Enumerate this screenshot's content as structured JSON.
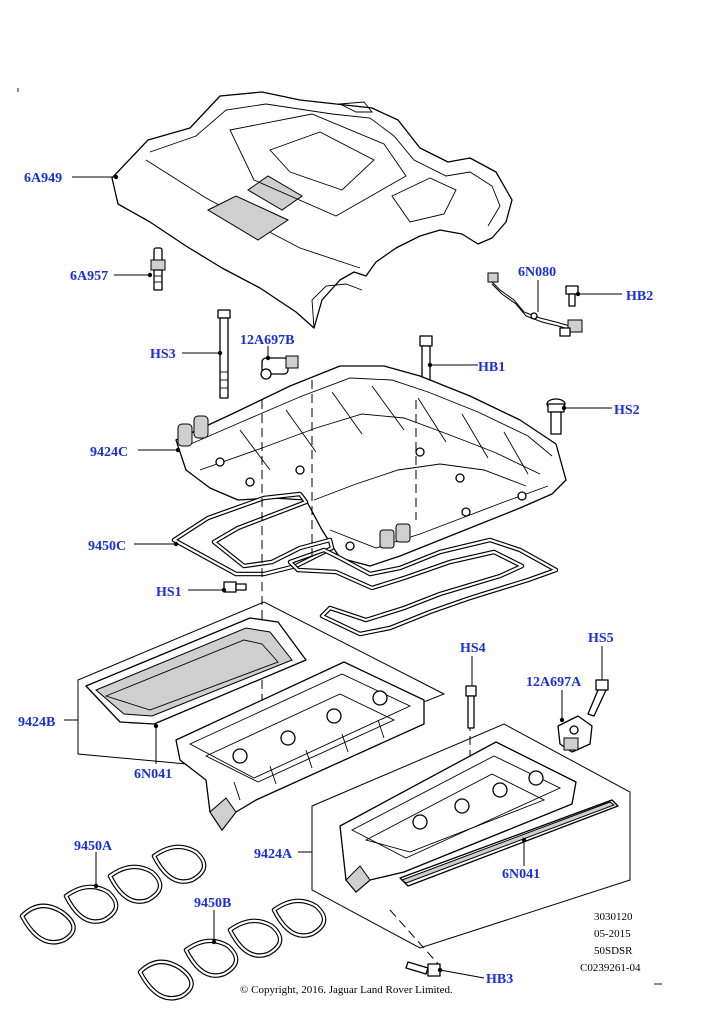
{
  "callouts": {
    "c6A949": "6A949",
    "c6A957": "6A957",
    "c6N080": "6N080",
    "cHB2": "HB2",
    "cHS3": "HS3",
    "c12A697B": "12A697B",
    "cHB1": "HB1",
    "cHS2": "HS2",
    "c9424C": "9424C",
    "c9450C": "9450C",
    "cHS1": "HS1",
    "cHS5": "HS5",
    "cHS4": "HS4",
    "c12A697A": "12A697A",
    "c9424B": "9424B",
    "c6N041a": "6N041",
    "c9450A": "9450A",
    "c9424A": "9424A",
    "c6N041b": "6N041",
    "c9450B": "9450B",
    "cHB3": "HB3"
  },
  "reference": {
    "line1": "3030120",
    "line2": "05-2015",
    "line3": "50SDSR",
    "line4": "C0239261-04"
  },
  "copyright": "© Copyright, 2016. Jaguar Land Rover Limited."
}
